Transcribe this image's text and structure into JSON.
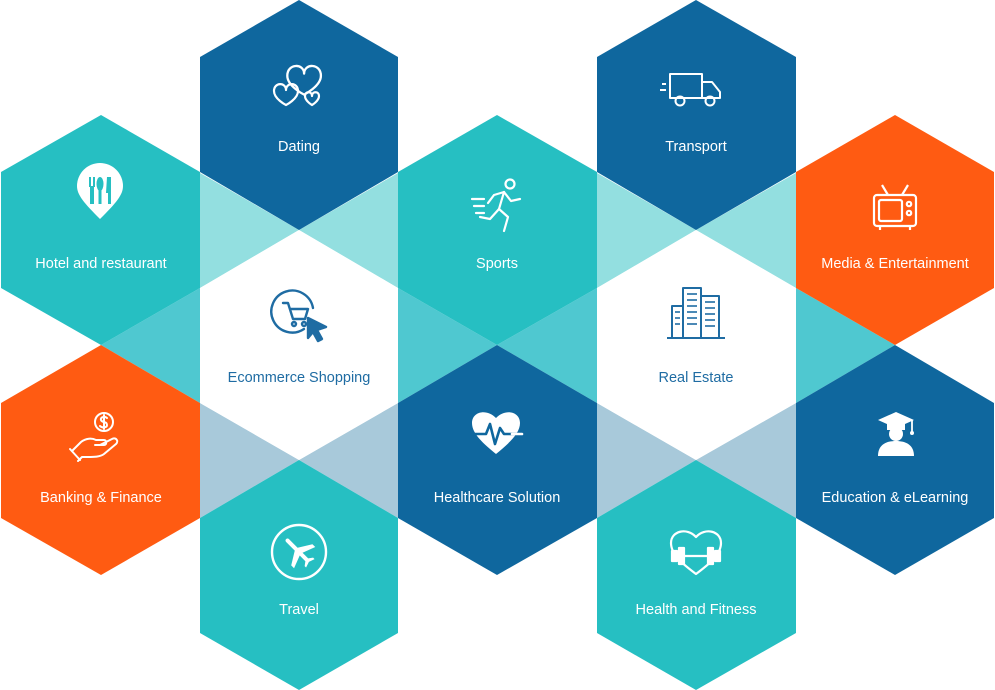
{
  "colors": {
    "teal": "#26BFC2",
    "navy": "#0F679E",
    "orange": "#FF5B12",
    "white": "#FFFFFF",
    "gap_light_teal": "#93DFE0",
    "gap_mid_teal": "#4FC8D0",
    "gap_light_blue": "#A8C9DA",
    "label_on_white": "#1F6CA3"
  },
  "hexagons": [
    {
      "id": "dating",
      "label": "Dating",
      "icon": "hearts-icon",
      "color": "navy"
    },
    {
      "id": "transport",
      "label": "Transport",
      "icon": "truck-icon",
      "color": "navy"
    },
    {
      "id": "hotel",
      "label": "Hotel and restaurant",
      "icon": "restaurant-pin-icon",
      "color": "teal"
    },
    {
      "id": "sports",
      "label": "Sports",
      "icon": "runner-icon",
      "color": "teal"
    },
    {
      "id": "media",
      "label": "Media & Entertainment",
      "icon": "tv-icon",
      "color": "orange"
    },
    {
      "id": "ecommerce",
      "label": "Ecommerce Shopping",
      "icon": "cart-cursor-icon",
      "color": "white"
    },
    {
      "id": "realestate",
      "label": "Real Estate",
      "icon": "buildings-icon",
      "color": "white"
    },
    {
      "id": "banking",
      "label": "Banking & Finance",
      "icon": "money-hand-icon",
      "color": "orange"
    },
    {
      "id": "healthcare",
      "label": "Healthcare Solution",
      "icon": "heartbeat-icon",
      "color": "navy"
    },
    {
      "id": "education",
      "label": "Education & eLearning",
      "icon": "graduate-icon",
      "color": "navy"
    },
    {
      "id": "travel",
      "label": "Travel",
      "icon": "airplane-icon",
      "color": "teal"
    },
    {
      "id": "fitness",
      "label": "Health and Fitness",
      "icon": "heart-dumbbell-icon",
      "color": "teal"
    }
  ]
}
